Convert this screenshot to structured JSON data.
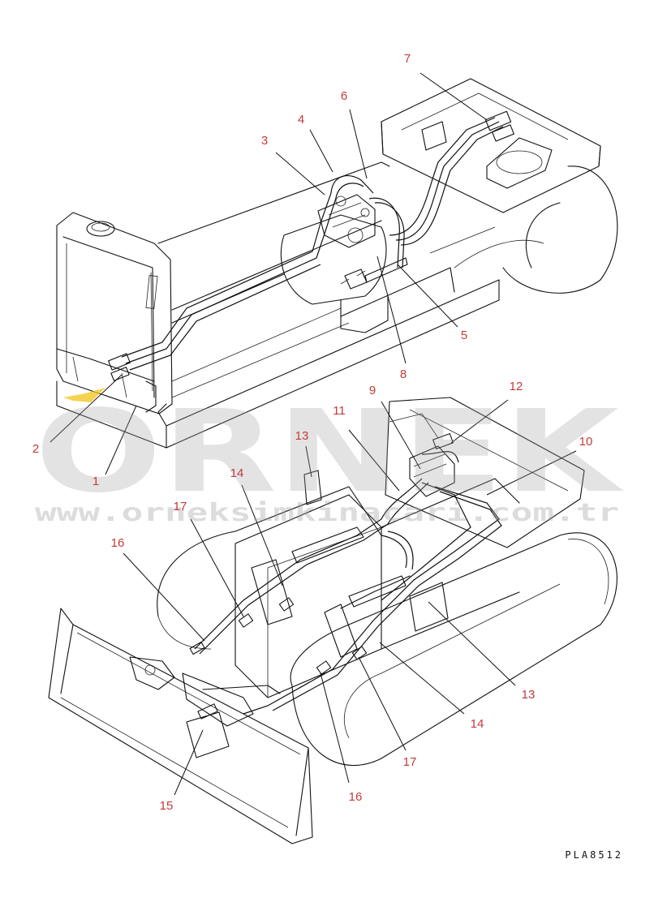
{
  "watermark": {
    "brand": "ORNEK",
    "url": "www.orneksimkinacari.com.tr"
  },
  "drawing_code": "PLA8512",
  "callouts": [
    {
      "id": "c1",
      "label": "1"
    },
    {
      "id": "c2",
      "label": "2"
    },
    {
      "id": "c3",
      "label": "3"
    },
    {
      "id": "c4",
      "label": "4"
    },
    {
      "id": "c5",
      "label": "5"
    },
    {
      "id": "c6",
      "label": "6"
    },
    {
      "id": "c7",
      "label": "7"
    },
    {
      "id": "c8",
      "label": "8"
    },
    {
      "id": "c9",
      "label": "9"
    },
    {
      "id": "c10",
      "label": "10"
    },
    {
      "id": "c11",
      "label": "11"
    },
    {
      "id": "c12",
      "label": "12"
    },
    {
      "id": "c13a",
      "label": "13"
    },
    {
      "id": "c13b",
      "label": "13"
    },
    {
      "id": "c14a",
      "label": "14"
    },
    {
      "id": "c14b",
      "label": "14"
    },
    {
      "id": "c15",
      "label": "15"
    },
    {
      "id": "c16a",
      "label": "16"
    },
    {
      "id": "c16b",
      "label": "16"
    },
    {
      "id": "c17a",
      "label": "17"
    },
    {
      "id": "c17b",
      "label": "17"
    }
  ],
  "colors": {
    "callout": "#c43a3a",
    "line": "#111111",
    "watermark": "#9e9e9e",
    "accent": "#f0c419"
  }
}
